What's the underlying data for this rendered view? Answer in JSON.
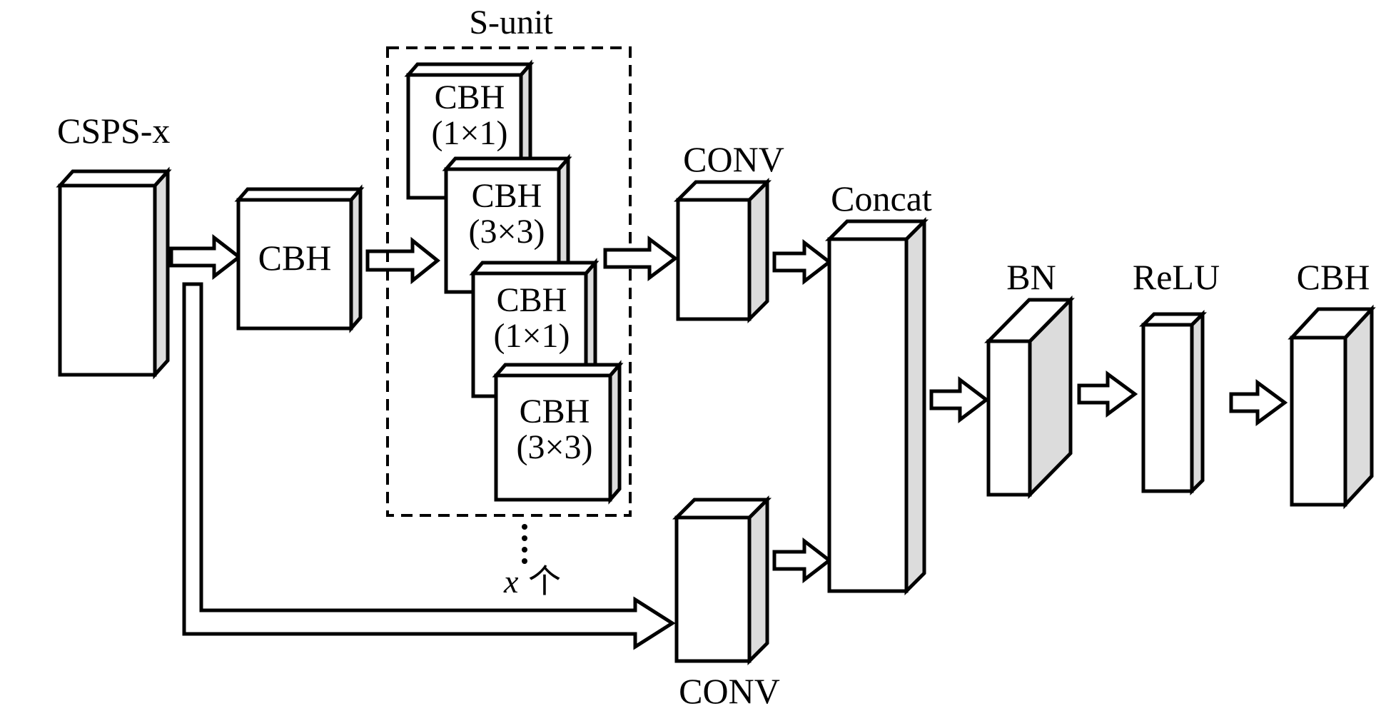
{
  "diagram": {
    "title": "S-unit",
    "blocks": {
      "csps": "CSPS-x",
      "cbh_main": "CBH",
      "cbh1_line1": "CBH",
      "cbh1_line2": "(1×1)",
      "cbh2_line1": "CBH",
      "cbh2_line2": "(3×3)",
      "cbh3_line1": "CBH",
      "cbh3_line2": "(1×1)",
      "cbh4_line1": "CBH",
      "cbh4_line2": "(3×3)",
      "conv_top": "CONV",
      "conv_bottom": "CONV",
      "concat": "Concat",
      "bn": "BN",
      "relu": "ReLU",
      "cbh_out": "CBH"
    },
    "repeat": {
      "var": "x",
      "suffix": "个"
    }
  }
}
